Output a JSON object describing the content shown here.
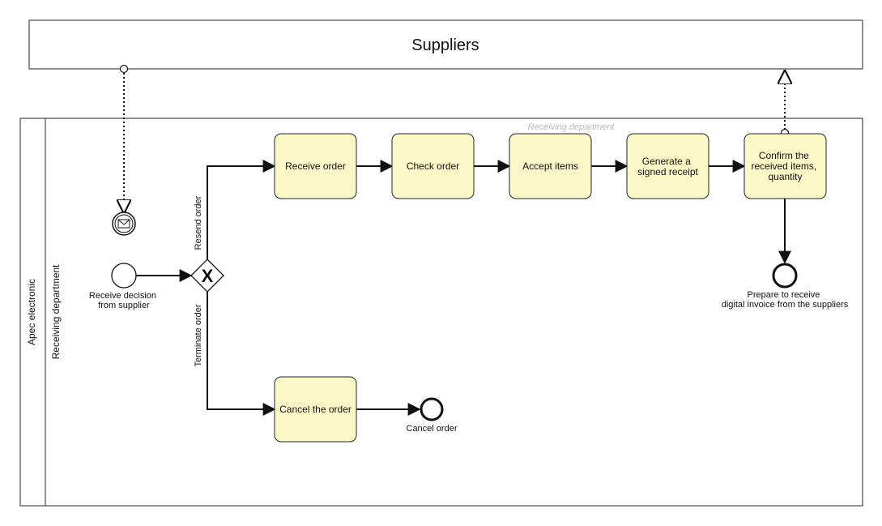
{
  "pool_external": {
    "title": "Suppliers"
  },
  "pool_main": {
    "title": "Apec electronic"
  },
  "lane": {
    "title": "Receiving department",
    "watermark": "Receiving department"
  },
  "tasks": {
    "receive_order": [
      "Receive order"
    ],
    "check_order": [
      "Check order"
    ],
    "accept_items": [
      "Accept items"
    ],
    "generate_receipt": [
      "Generate a",
      "signed receipt"
    ],
    "confirm_items": [
      "Confirm the",
      "received items,",
      "quantity"
    ],
    "cancel_order": [
      "Cancel the order"
    ]
  },
  "events": {
    "start": [
      "Receive decision",
      "from supplier"
    ],
    "end_invoice": [
      "Prepare to receive",
      "digital invoice from the suppliers"
    ],
    "end_cancel": [
      "Cancel order"
    ]
  },
  "gateway": {
    "marker": "X",
    "upper_label": "Resend order",
    "lower_label": "Terminate order"
  },
  "colors": {
    "task_fill": "#fbf8c8",
    "stroke": "#222222",
    "watermark": "#b9b9b9"
  }
}
